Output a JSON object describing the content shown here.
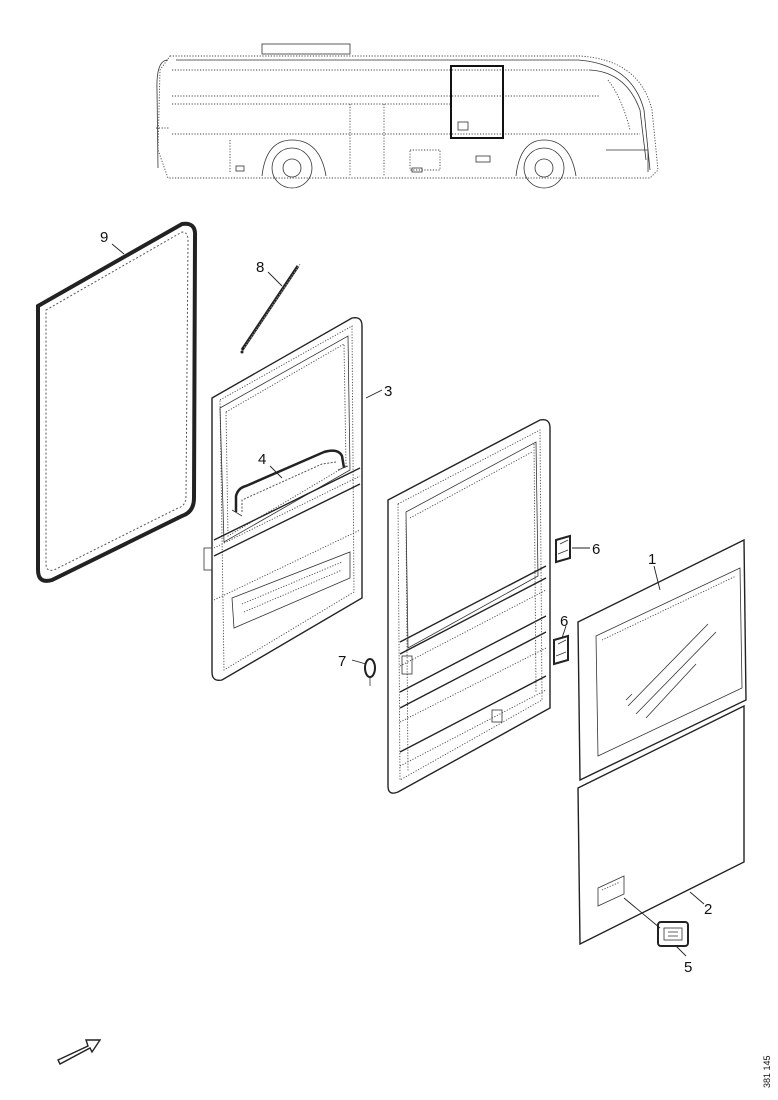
{
  "diagram": {
    "callouts": {
      "c1": "1",
      "c2": "2",
      "c3": "3",
      "c4": "4",
      "c5": "5",
      "c6a": "6",
      "c6b": "6",
      "c7": "7",
      "c8": "8",
      "c9": "9"
    },
    "ref_code": "381 145",
    "icons": {
      "vehicle": "bus-side-view-icon",
      "direction": "forward-arrow-icon"
    }
  }
}
